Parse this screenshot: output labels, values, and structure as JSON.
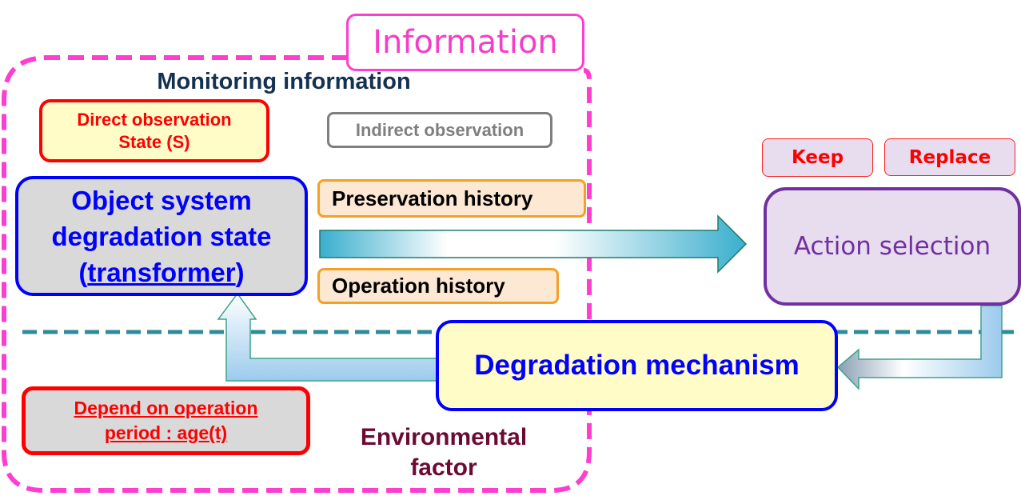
{
  "diagram": {
    "information_title": "Information",
    "monitoring_label": "Monitoring information",
    "direct_observation": {
      "line1": "Direct observation",
      "line2": "State (S)"
    },
    "indirect_observation": "Indirect observation",
    "object_system": {
      "line1": "Object system",
      "line2": "degradation state",
      "open_paren": "(",
      "underlined": "transformer",
      "close_paren": ")"
    },
    "preservation_history": "Preservation history",
    "operation_history": "Operation history",
    "actions": {
      "keep": "Keep",
      "replace": "Replace"
    },
    "action_selection": "Action selection",
    "degradation_mechanism": "Degradation mechanism",
    "depend_on_operation": {
      "line1": "Depend on operation",
      "line2": "period : age(t)"
    },
    "environmental_factor": {
      "line1": "Environmental",
      "line2": "factor"
    },
    "colors": {
      "information_border": "#ff3dcf",
      "boundary_dashed_line": "#2e8b9a",
      "object_border": "#0000ff",
      "action_border": "#7030a0",
      "history_border": "#f4a024",
      "alert_red": "#ff0000"
    }
  }
}
